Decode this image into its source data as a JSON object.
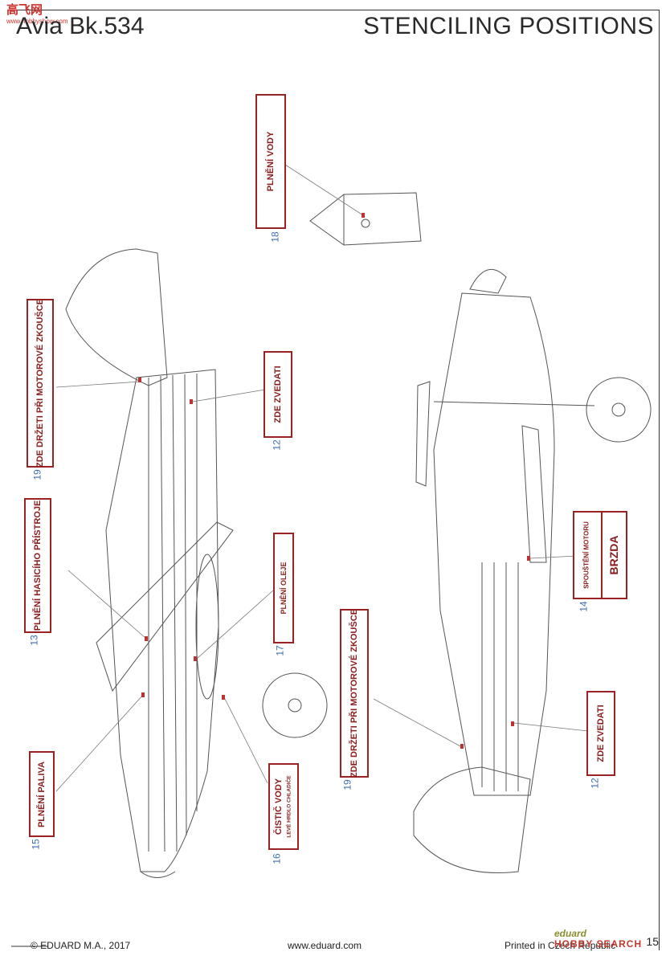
{
  "header": {
    "left_title": "Avia Bk.534",
    "right_title": "STENCILING POSITIONS",
    "watermark": "高飞网",
    "watermark_sub": "www.hobbyshow.com"
  },
  "callouts": [
    {
      "id": "18",
      "text": "PLNĚNÍ VODY"
    },
    {
      "id": "19a",
      "number": "19",
      "text": "ZDE DRŽETI PŘI MOTOROVÉ ZKOUŠCE"
    },
    {
      "id": "12a",
      "number": "12",
      "text": "ZDE ZVEDATI"
    },
    {
      "id": "13",
      "number": "13",
      "text": "PLNĚNÍ HASICÍHO PŘÍSTROJE"
    },
    {
      "id": "17",
      "number": "17",
      "text": "PLNĚNÍ OLEJE"
    },
    {
      "id": "15",
      "number": "15",
      "text": "PLNĚNÍ PALIVA"
    },
    {
      "id": "16",
      "number": "16",
      "text": "ČISTIČ VODY",
      "subtext": "LEVÉ HRDLO CHLADIČE"
    },
    {
      "id": "19b",
      "number": "19",
      "text": "ZDE DRŽETI PŘI MOTOROVÉ ZKOUŠCE"
    },
    {
      "id": "14",
      "number": "14",
      "text": "SPOUŠTĚNÍ MOTORU",
      "subtext": "BRZDA"
    },
    {
      "id": "12b",
      "number": "12",
      "text": "ZDE ZVEDATI"
    }
  ],
  "footer": {
    "copyright": "© EDUARD M.A., 2017",
    "website": "www.eduard.com",
    "printed": "Printed in Czech Republic",
    "brand": "eduard",
    "brand2": "HOBBY SEARCH",
    "page": "15"
  },
  "colors": {
    "callout_border": "#9a2222",
    "number": "#3c6fb0",
    "line": "#555555"
  }
}
